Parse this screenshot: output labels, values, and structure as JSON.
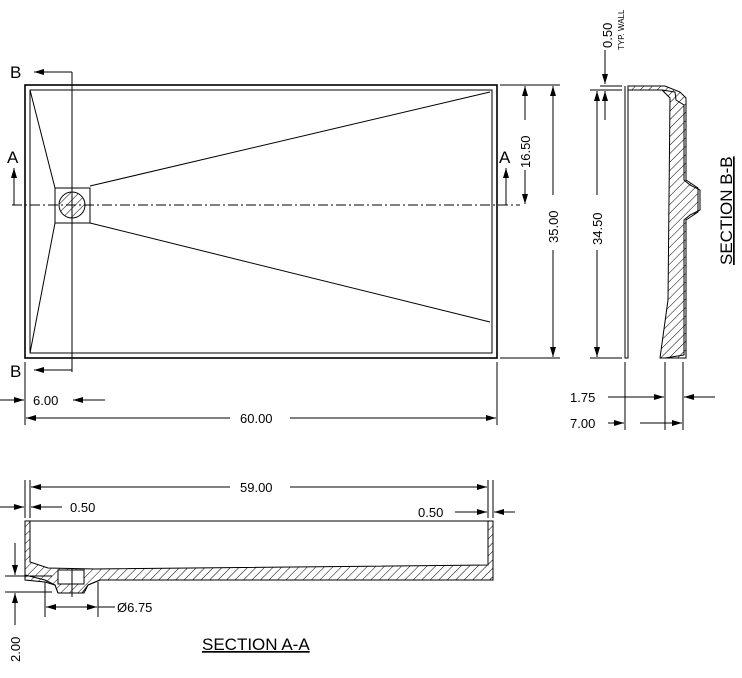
{
  "plan_view": {
    "section_b_label_top": "B",
    "section_b_label_bottom": "B",
    "section_a_label_left": "A",
    "section_a_label_right": "A",
    "dims": {
      "drain_offset_y": "16.50",
      "overall_width": "35.00",
      "drain_offset_x": "6.00",
      "overall_length": "60.00"
    }
  },
  "section_b": {
    "title": "SECTION B-B",
    "dims": {
      "wall": "0.50",
      "wall_note": "TYP. WALL",
      "inner_width": "34.50",
      "curb": "1.75",
      "height": "7.00"
    }
  },
  "section_a": {
    "title": "SECTION A-A",
    "dims": {
      "inner_length": "59.00",
      "wall_left": "0.50",
      "wall_right": "0.50",
      "drain_dia": "Ø6.75",
      "drain_depth": "2.00"
    }
  }
}
